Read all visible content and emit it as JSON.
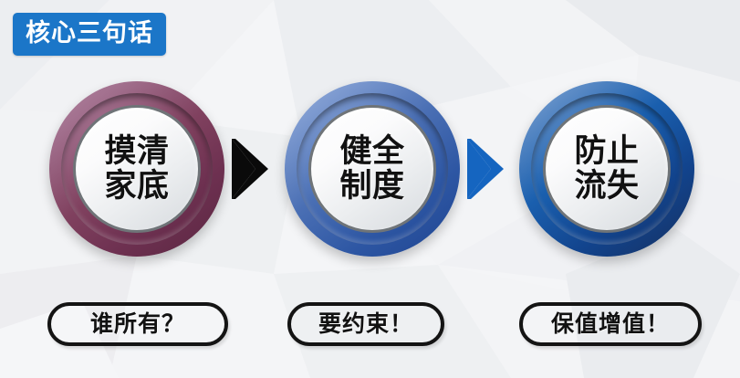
{
  "slide": {
    "title_badge": "核心三句话",
    "badge_color": "#1b76c8",
    "background_color": "#f4f5f7"
  },
  "steps": [
    {
      "id": "step-1",
      "line1": "摸清",
      "line2": "家底",
      "caption": "谁所有？",
      "ring_color": "#6d3050",
      "ring_color_light": "#b589a3"
    },
    {
      "id": "step-2",
      "line1": "健全",
      "line2": "制度",
      "caption": "要约束！",
      "ring_color": "#2d56a3",
      "ring_color_light": "#9ab2dd"
    },
    {
      "id": "step-3",
      "line1": "防止",
      "line2": "流失",
      "caption": "保值增值！",
      "ring_color": "#12438c",
      "ring_color_light": "#8fb0d8"
    }
  ],
  "arrows": [
    {
      "id": "arrow-1",
      "icon": "chevron-right-icon",
      "color": "#0a0a0a"
    },
    {
      "id": "arrow-2",
      "icon": "chevron-right-icon",
      "color": "#1565c0"
    }
  ]
}
